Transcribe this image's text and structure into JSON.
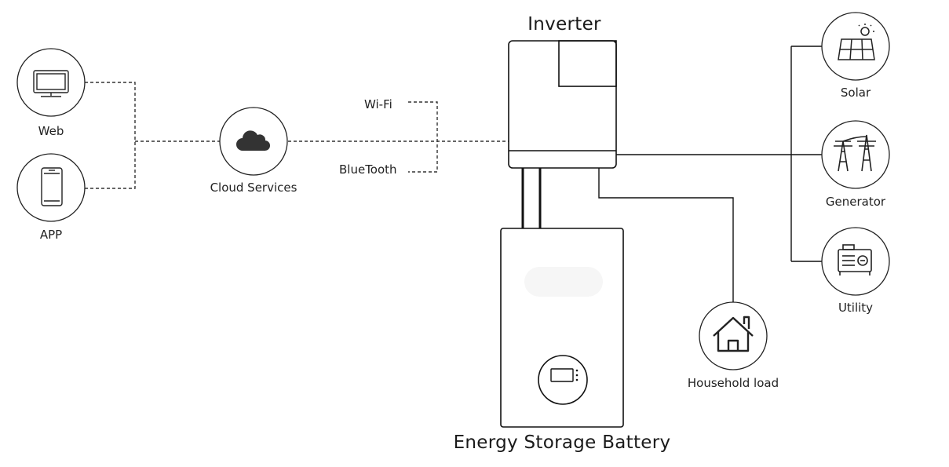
{
  "nodes": {
    "web": {
      "label": "Web",
      "icon": "monitor-icon"
    },
    "app": {
      "label": "APP",
      "icon": "smartphone-icon"
    },
    "cloud": {
      "label": "Cloud Services",
      "icon": "cloud-icon"
    },
    "wifi": {
      "label": "Wi-Fi"
    },
    "bluetooth": {
      "label": "BlueTooth"
    },
    "inverter": {
      "label": "Inverter"
    },
    "battery": {
      "label": "Energy Storage Battery",
      "icon": "battery-display-icon"
    },
    "household": {
      "label": "Household load",
      "icon": "house-icon"
    },
    "solar": {
      "label": "Solar",
      "icon": "solar-panel-icon"
    },
    "generator": {
      "label": "Generator",
      "icon": "transmission-tower-icon"
    },
    "utility": {
      "label": "Utility",
      "icon": "generator-icon"
    }
  },
  "colors": {
    "line": "#111111",
    "dashed": "#333333",
    "circle_stroke": "#222222",
    "background": "#ffffff"
  }
}
